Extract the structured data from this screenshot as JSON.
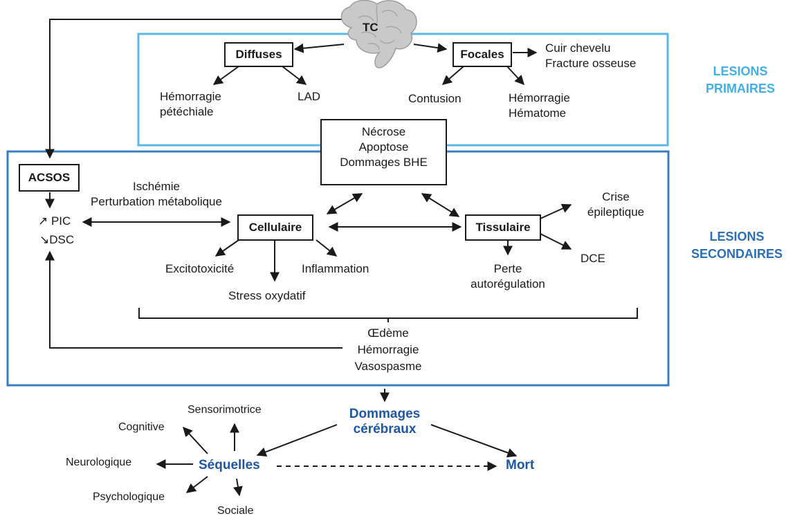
{
  "colors": {
    "primary_border": "#5bb7e8",
    "secondary_border": "#3a7cc0",
    "primary_label": "#44aee6",
    "secondary_label": "#2c6fb5",
    "outcome_text": "#1f57a0"
  },
  "brain": {
    "icon": "brain-icon",
    "label": "TC"
  },
  "primary": {
    "label": [
      "LESIONS",
      "PRIMAIRES"
    ],
    "diffuses": {
      "label": "Diffuses",
      "items": [
        {
          "lines": [
            "Hémorragie",
            "pétéchiale"
          ]
        },
        {
          "lines": [
            "LAD"
          ]
        }
      ]
    },
    "focales": {
      "label": "Focales",
      "side": [
        "Cuir chevelu",
        "Fracture osseuse"
      ],
      "items": [
        {
          "lines": [
            "Contusion"
          ]
        },
        {
          "lines": [
            "Hémorragie",
            "Hématome"
          ]
        }
      ]
    }
  },
  "secondary": {
    "label": [
      "LESIONS",
      "SECONDAIRES"
    ],
    "center_box": [
      "Nécrose",
      "Apoptose",
      "Dommages BHE"
    ],
    "acsos": "ACSOS",
    "pic": "↗ PIC",
    "dsc": "↘DSC",
    "ischemie": [
      "Ischémie",
      "Perturbation métabolique"
    ],
    "cellulaire": {
      "label": "Cellulaire",
      "items": [
        "Excitotoxicité",
        "Stress oxydatif",
        "Inflammation"
      ]
    },
    "tissulaire": {
      "label": "Tissulaire",
      "crise": [
        "Crise",
        "épileptique"
      ],
      "dce": "DCE",
      "perte": [
        "Perte",
        "autorégulation"
      ]
    },
    "bottom": [
      "Œdème",
      "Hémorragie",
      "Vasospasme"
    ]
  },
  "outcomes": {
    "dommages": [
      "Dommages",
      "cérébraux"
    ],
    "sequelles": "Séquelles",
    "mort": "Mort",
    "sequelle_types": {
      "sensorimotrice": "Sensorimotrice",
      "cognitive": "Cognitive",
      "neurologique": "Neurologique",
      "psychologique": "Psychologique",
      "sociale": "Sociale"
    }
  }
}
